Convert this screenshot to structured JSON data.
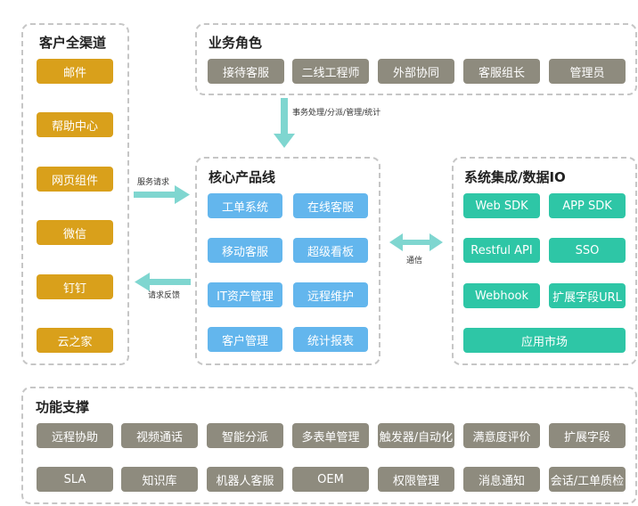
{
  "channels": {
    "title": "客户全渠道",
    "items": [
      "邮件",
      "帮助中心",
      "网页组件",
      "微信",
      "钉钉",
      "云之家"
    ]
  },
  "roles": {
    "title": "业务角色",
    "items": [
      "接待客服",
      "二线工程师",
      "外部协同",
      "客服组长",
      "管理员"
    ]
  },
  "core": {
    "title": "核心产品线",
    "items": [
      "工单系统",
      "在线客服",
      "移动客服",
      "超级看板",
      "IT资产管理",
      "远程维护",
      "客户管理",
      "统计报表"
    ]
  },
  "integration": {
    "title": "系统集成/数据IO",
    "items": [
      "Web SDK",
      "APP SDK",
      "Restful API",
      "SSO",
      "Webhook",
      "扩展字段URL",
      "应用市场"
    ]
  },
  "support": {
    "title": "功能支撑",
    "row1": [
      "远程协助",
      "视频通话",
      "智能分派",
      "多表单管理",
      "触发器/自动化",
      "满意度评价",
      "扩展字段"
    ],
    "row2": [
      "SLA",
      "知识库",
      "机器人客服",
      "OEM",
      "权限管理",
      "消息通知",
      "会话/工单质检"
    ]
  },
  "arrows": {
    "roles_to_core": "事务处理/分派/管理/统计",
    "service_request": "服务请求",
    "request_feedback": "请求反馈",
    "communication": "通信"
  },
  "colors": {
    "gold": "#d9a01b",
    "gray": "#8e8b7e",
    "blue": "#63b6ed",
    "teal": "#2ec6a6",
    "arrow": "#7fd6d0",
    "border": "#c6c6c6"
  }
}
